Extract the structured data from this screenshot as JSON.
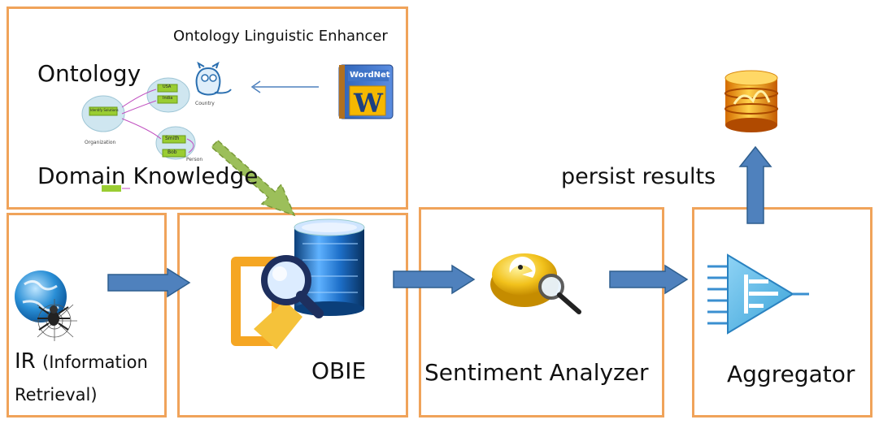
{
  "top_panel": {
    "ontology_label": "Ontology",
    "domain_knowledge_label": "Domain Knowledge",
    "enhancer_label": "Ontology Linguistic Enhancer",
    "wordnet_label": "WordNet",
    "ontology_graph": {
      "classes": [
        "Organization",
        "Country",
        "Person"
      ],
      "instances": [
        "Identify Solutions",
        "USA",
        "India",
        "Smith",
        "Bob"
      ]
    }
  },
  "stages": {
    "ir": {
      "label_main": "IR",
      "label_paren": "(Information",
      "label_line2": "Retrieval)"
    },
    "obie": {
      "label": "OBIE"
    },
    "sentiment": {
      "label": "Sentiment Analyzer"
    },
    "aggregator": {
      "label": "Aggregator"
    }
  },
  "persist_label": "persist results",
  "colors": {
    "border": "#f0a35a",
    "arrow_fill": "#4f81bd",
    "arrow_stroke": "#2f5f8f",
    "dashed_arrow": "#8fb356"
  }
}
